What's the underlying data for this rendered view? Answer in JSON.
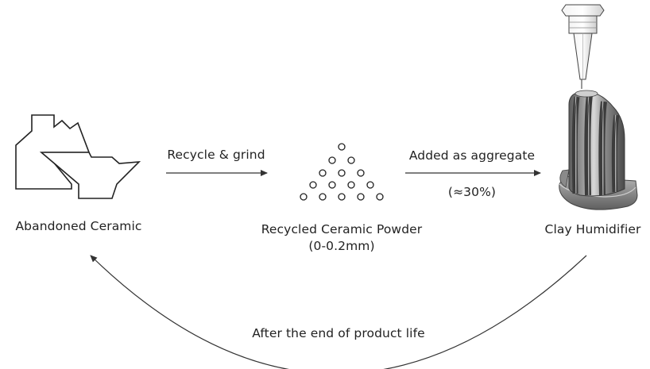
{
  "nodes": {
    "ceramic": {
      "label": "Abandoned Ceramic"
    },
    "powder": {
      "label": "Recycled Ceramic Powder",
      "sublabel": "(0-0.2mm)"
    },
    "humidifier": {
      "label": "Clay Humidifier"
    }
  },
  "arrows": {
    "recycle": {
      "label": "Recycle & grind"
    },
    "aggregate": {
      "label": "Added as aggregate",
      "sublabel": "(≈30%)"
    },
    "return": {
      "label": "After the end of product life"
    }
  }
}
